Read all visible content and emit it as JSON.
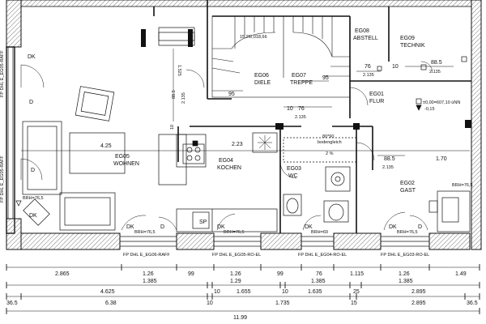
{
  "rooms": {
    "eg05": {
      "code": "EG05",
      "name": "WOHNEN"
    },
    "eg04": {
      "code": "EG04",
      "name": "KOCHEN",
      "dim": "2.23"
    },
    "eg06": {
      "code": "EG06",
      "name": "DIELE",
      "level": "15,26/,018,66"
    },
    "eg07": {
      "code": "EG07",
      "name": "TREPPE",
      "dim": "95"
    },
    "eg08": {
      "code": "EG08",
      "name": "ABSTELL"
    },
    "eg09": {
      "code": "EG09",
      "name": "TECHNIK"
    },
    "eg01": {
      "code": "EG01",
      "name": "FLUR"
    },
    "eg03": {
      "code": "EG03",
      "name": "WC",
      "floor_note": "80*90",
      "floor_note2": "bodengleich",
      "slope": "2 %"
    },
    "eg02": {
      "code": "EG02",
      "name": "GAST"
    }
  },
  "marks": {
    "dk": "DK",
    "d": "D",
    "sp": "SP",
    "brh_765": "BRH=76,5",
    "brh_69": "BRH=69",
    "level_zero": "±0,00=607,10 üNN",
    "level_drop": "-0,15"
  },
  "interior_dims": {
    "h_425": "4.25",
    "v_1525": "1.525",
    "v_885": "88.5",
    "v_2135": "2.135",
    "d_95": "95",
    "d_76": "76",
    "d_2135": "2.135",
    "d_10": "10",
    "d_885": "88.5",
    "d_2135b": "2.135",
    "d_170": "1.70",
    "d_885b": "88.5",
    "d_2135c": "2.135",
    "d_10b": "10",
    "d_10c": "10",
    "d_76b": "76",
    "d_2135d": "2.135"
  },
  "window_labels": [
    "FP DHL E_EG06-RAFF",
    "FP DHL E_EG05-RO-EL",
    "FP DHL E_EG04-RO-EL",
    "FP DHL E_EG03-RO-EL"
  ],
  "side_labels": {
    "left_top": "FP DHL E_EG05-RAFF",
    "left_bottom": "FP DHL E_EG05-RAFF"
  },
  "dim_chains": {
    "row1": [
      "2.865",
      "1.26",
      "99",
      "1.26",
      "99",
      "76",
      "1.115",
      "1.26",
      "1.49"
    ],
    "row2": [
      "1.385",
      "1.29",
      "1.385",
      "1.385"
    ],
    "row3": [
      "4.625",
      "10",
      "1.655",
      "10",
      "1.635",
      "25",
      "2.895"
    ],
    "row4": [
      "36.5",
      "6.38",
      "10",
      "1.735",
      "15",
      "2.895",
      "36.5"
    ],
    "row5": [
      "11.99"
    ]
  }
}
